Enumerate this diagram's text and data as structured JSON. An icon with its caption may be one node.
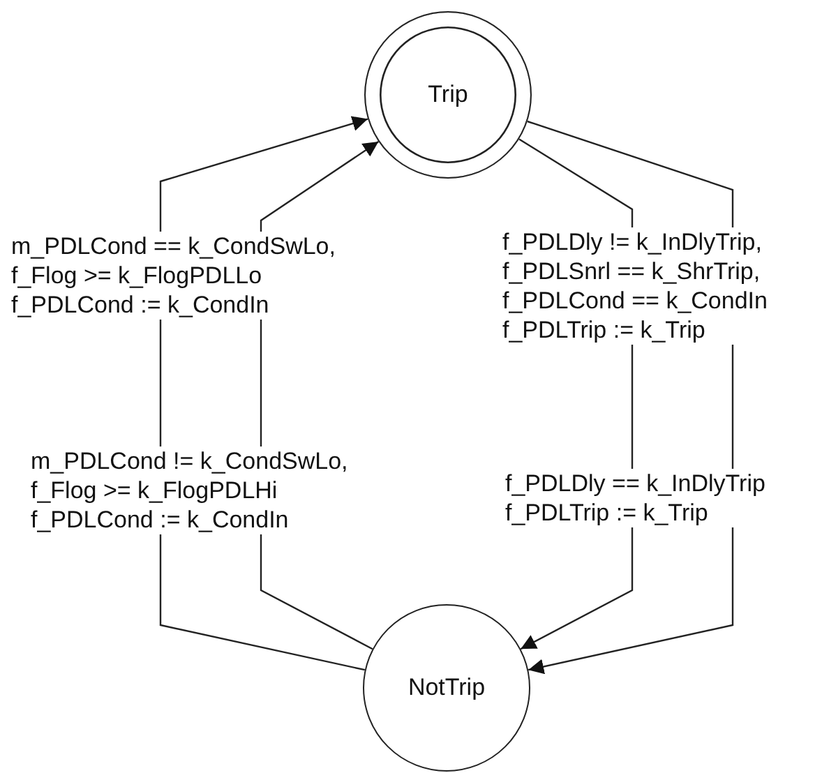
{
  "diagram": {
    "nodes": [
      {
        "text": [
          "Trip"
        ]
      },
      {
        "text": [
          "NotTrip"
        ]
      }
    ],
    "edges": [
      {
        "from": 1,
        "to": 0,
        "arrow": "to",
        "label": "m_PDLCond == k_CondSwLo, f_Flog >= k_FlogPDLLo f_PDLCond := k_CondIn"
      },
      {
        "from": 1,
        "to": 0,
        "arrow": "to",
        "label": "m_PDLCond != k_CondSwLo, f_Flog >= k_FlogPDLHi f_PDLCond := k_CondIn"
      },
      {
        "from": 0,
        "to": 1,
        "arrow": "to",
        "label": "f_PDLDly != k_InDlyTrip, f_PDLSnrl == k_ShrTrip, f_PDLCond == k_CondIn f_PDLTrip := k_Trip"
      },
      {
        "from": 0,
        "to": 1,
        "arrow": "to",
        "label": "f_PDLDly == k_InDlyTrip f_PDLTrip := k_Trip"
      }
    ]
  }
}
